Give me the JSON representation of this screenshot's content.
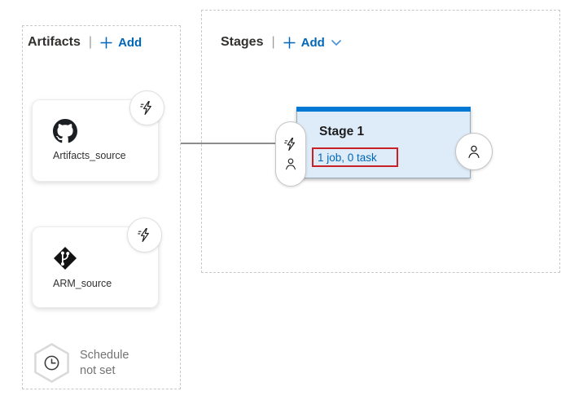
{
  "artifacts": {
    "title": "Artifacts",
    "separator": "|",
    "add_label": "Add",
    "cards": [
      {
        "name": "Artifacts_source"
      },
      {
        "name": "ARM_source"
      }
    ],
    "schedule": {
      "line1": "Schedule",
      "line2": "not set"
    }
  },
  "stages": {
    "title": "Stages",
    "separator": "|",
    "add_label": "Add",
    "stage": {
      "title": "Stage 1",
      "jobs_summary": "1 job, 0 task"
    }
  },
  "colors": {
    "accent_blue": "#0078d4",
    "link_blue": "#0067b8",
    "stage_fill": "#deecf9",
    "annotation_red": "#cb2026",
    "muted_text": "#737373",
    "dashed_border": "#c8c8c8"
  },
  "icons": {
    "add": "plus-icon",
    "add_stage_expand": "chevron-down-icon",
    "artifact_trigger": "lightning-bolt-icon",
    "pre_deployment": "lightning-bolt-icon",
    "approval": "person-icon",
    "schedule": "clock-icon",
    "artifacts_source": "github-icon",
    "arm_source": "azure-repos-icon"
  }
}
